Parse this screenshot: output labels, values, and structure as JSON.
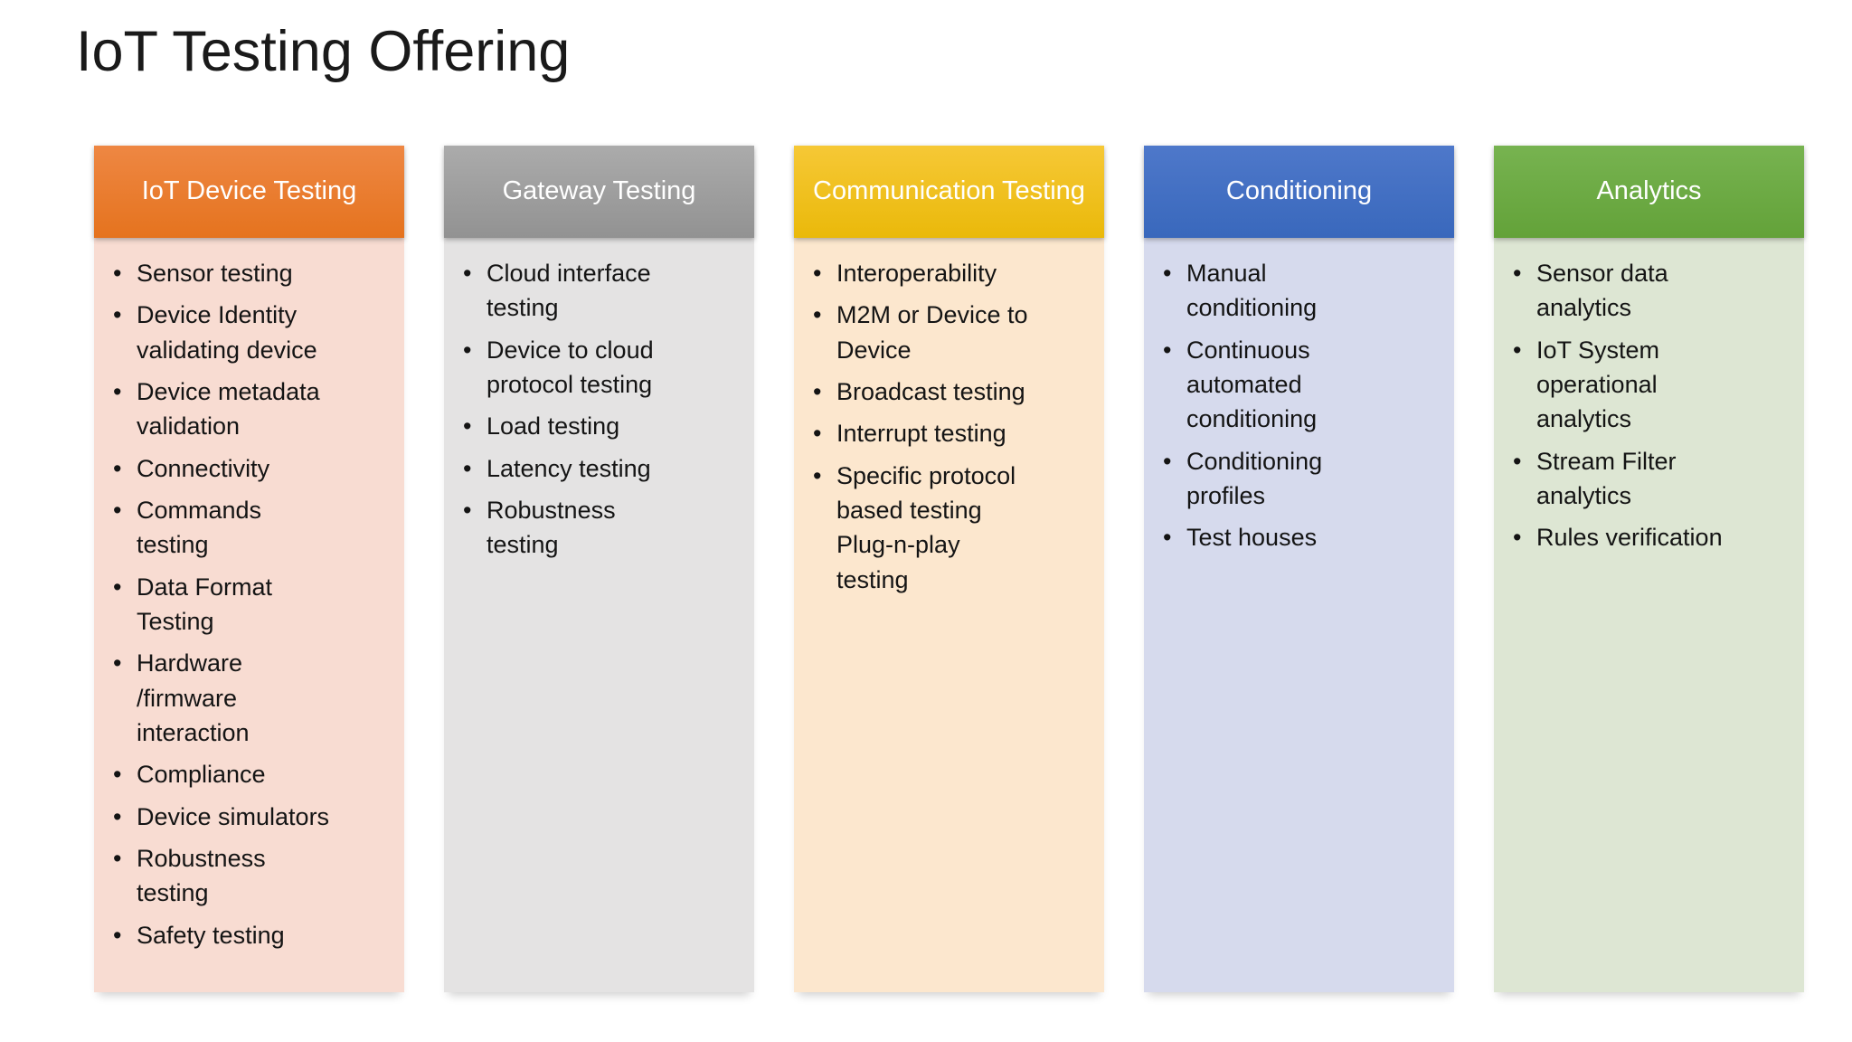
{
  "slide": {
    "title": "IoT Testing Offering",
    "text_color": "#141414",
    "background_color": "#ffffff",
    "columns": [
      {
        "id": "iot-device-testing",
        "title": "IoT Device Testing",
        "header_color_top": "#EE8743",
        "header_color_bottom": "#E5731E",
        "body_color": "#F8DCD2",
        "items": [
          "Sensor testing",
          "Device Identity\nvalidating device",
          "Device metadata\nvalidation",
          "Connectivity",
          "Commands\ntesting",
          "Data Format\nTesting",
          "Hardware\n/firmware\ninteraction",
          "Compliance",
          "Device simulators",
          "Robustness\ntesting",
          "Safety testing"
        ]
      },
      {
        "id": "gateway-testing",
        "title": "Gateway Testing",
        "header_color_top": "#ABABAB",
        "header_color_bottom": "#929292",
        "body_color": "#E4E3E3",
        "items": [
          "Cloud interface\ntesting",
          "Device to cloud\nprotocol testing",
          "Load testing",
          "Latency testing",
          "Robustness\ntesting"
        ]
      },
      {
        "id": "communication-testing",
        "title": "Communication Testing",
        "header_color_top": "#F6C836",
        "header_color_bottom": "#EAB90A",
        "body_color": "#FCE7CE",
        "items": [
          "Interoperability",
          "M2M or Device to\nDevice",
          "Broadcast testing",
          "Interrupt testing",
          "Specific protocol\nbased testing\nPlug-n-play\ntesting"
        ]
      },
      {
        "id": "conditioning",
        "title": "Conditioning",
        "header_color_top": "#4E78CA",
        "header_color_bottom": "#3968BC",
        "body_color": "#D6DAED",
        "items": [
          "Manual\nconditioning",
          "Continuous\nautomated\nconditioning",
          "Conditioning\nprofiles",
          "Test houses"
        ]
      },
      {
        "id": "analytics",
        "title": "Analytics",
        "header_color_top": "#77B350",
        "header_color_bottom": "#63A239",
        "body_color": "#DDE6D3",
        "items": [
          "Sensor data\nanalytics",
          "IoT System\noperational\nanalytics",
          "Stream Filter\nanalytics",
          "Rules verification"
        ]
      }
    ]
  }
}
